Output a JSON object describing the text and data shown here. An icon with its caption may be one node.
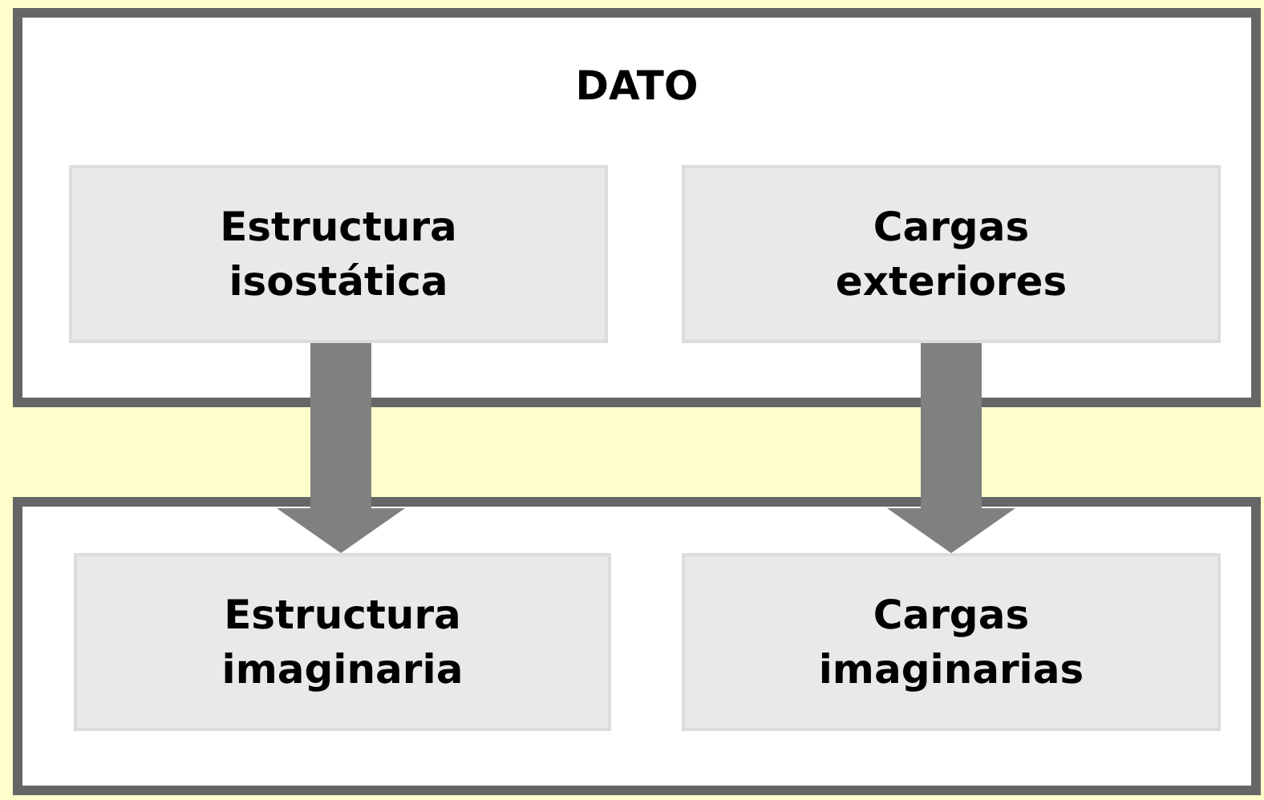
{
  "diagram": {
    "nodes": [
      {
        "text": [
          "DATO"
        ]
      },
      {
        "text": [
          "Estructura isostática"
        ],
        "in": 0
      },
      {
        "text": [
          "Cargas exteriores"
        ],
        "in": 0
      },
      {
        "text": [],
        "shape": "box"
      },
      {
        "text": [
          "Estructura imaginaria"
        ],
        "in": 3
      },
      {
        "text": [
          "Cargas imaginarias"
        ],
        "in": 3
      }
    ],
    "edges": [
      {
        "from": 1,
        "to": 4,
        "arrow": "to",
        "style": "thick"
      },
      {
        "from": 2,
        "to": 5,
        "arrow": "to",
        "style": "thick"
      }
    ]
  }
}
